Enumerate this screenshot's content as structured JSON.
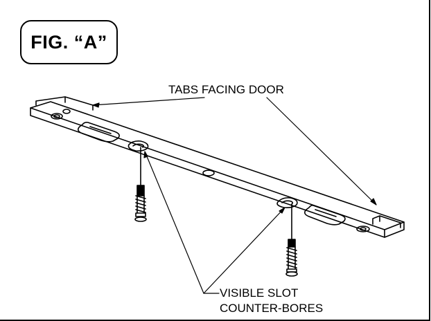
{
  "figure": {
    "label": "FIG. “A”"
  },
  "callouts": {
    "tabs": "TABS FACING DOOR",
    "slots_line1": "VISIBLE SLOT",
    "slots_line2": "COUNTER-BORES"
  },
  "parts": {
    "bracket": "mounting-bracket",
    "screws": 2,
    "icons": [
      "mounting-bracket",
      "screw-icon",
      "slot-counterbore"
    ]
  }
}
